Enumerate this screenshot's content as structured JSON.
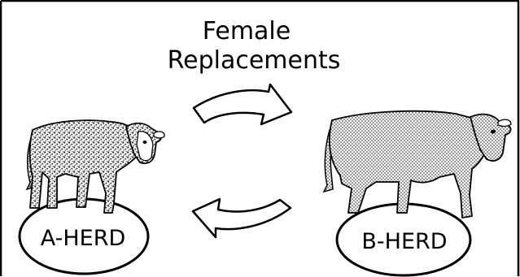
{
  "diagram": {
    "title_line1": "Female",
    "title_line2": "Replacements",
    "herd_a": {
      "label": "A-HERD",
      "icon": "heifer-icon"
    },
    "herd_b": {
      "label": "B-HERD",
      "icon": "bull-icon"
    },
    "arrows": [
      {
        "direction": "A-HERD to B-HERD",
        "icon": "curved-arrow-right-icon"
      },
      {
        "direction": "B-HERD to A-HERD",
        "icon": "curved-arrow-left-icon"
      }
    ]
  }
}
